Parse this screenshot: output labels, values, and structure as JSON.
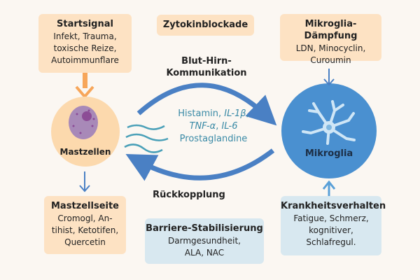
{
  "startsignal": {
    "title": "Startsignal",
    "lines": [
      "Infekt, Trauma,",
      "toxische Reize,",
      "Autoimmunflare"
    ]
  },
  "zytokin": {
    "title": "Zytokinblockade"
  },
  "mikroglia_daempfung": {
    "title": "Mikroglia-Dämpfung",
    "lines": [
      "LDN, Minocyclin,",
      "Curoumin"
    ]
  },
  "arrow_top_label": [
    "Blut-Hirn-",
    "Kommunikation"
  ],
  "mediators": {
    "line1_a": "Histamin, ",
    "line1_b": "IL-1β",
    ", ": ", ",
    "line2_a": "TNF-α",
    "line2_b": "IL-6",
    "line3": "Prostaglandine"
  },
  "mastzellen": "Mastzellen",
  "mikroglia": "Mikroglia",
  "arrow_bottom_label": "Rückkopplung",
  "mastzellseite": {
    "title": "Mastzellseite",
    "lines": [
      "Cromogl, An-",
      "tihist, Ketotifen,",
      "Quercetin"
    ]
  },
  "barriere": {
    "title": "Barriere-Stabilisierung",
    "lines": [
      "Darmgesundheit,",
      "ALA, NAC"
    ]
  },
  "krankheit": {
    "title": "Krankheitsverhalten",
    "lines": [
      "Fatigue, Schmerz,",
      "kognitiver,",
      "Schlafregul."
    ]
  },
  "colors": {
    "orange_box": "#fde2c3",
    "blue_box": "#d8e8f0",
    "arrow_blue": "#4a80c4",
    "microglia": "#4a90d0",
    "mast": "#fcd9ad"
  }
}
